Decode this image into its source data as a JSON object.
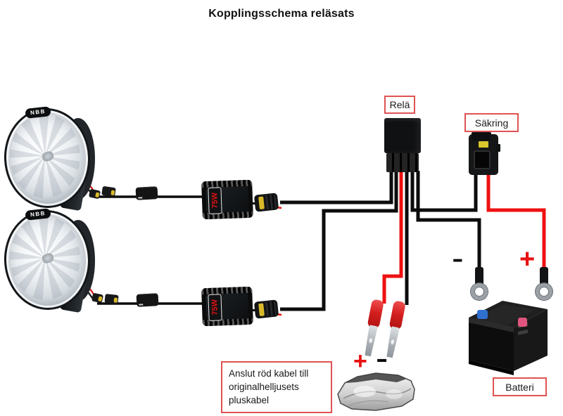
{
  "title": "Kopplingsschema reläsats",
  "labels": {
    "relay": "Relä",
    "fuse": "Säkring",
    "battery": "Batteri",
    "note": "Anslut röd kabel till originalhelljusets pluskabel"
  },
  "symbols": {
    "headlight_plus": "+",
    "headlight_minus": "-",
    "battery_minus": "-",
    "battery_plus": "+"
  },
  "components": {
    "light_brand": "NBB",
    "ballast_power": "75W"
  },
  "colors": {
    "wire_black": "#0c0c0c",
    "wire_red": "#ee1010",
    "label_box_border": "#e05252",
    "plus_red": "#e81010",
    "fuse_yellow": "#d9c72e",
    "connector_yellow": "#d9b92a",
    "battery_neg_cap": "#3a6fd8",
    "battery_pos_cap": "#e0557f"
  }
}
